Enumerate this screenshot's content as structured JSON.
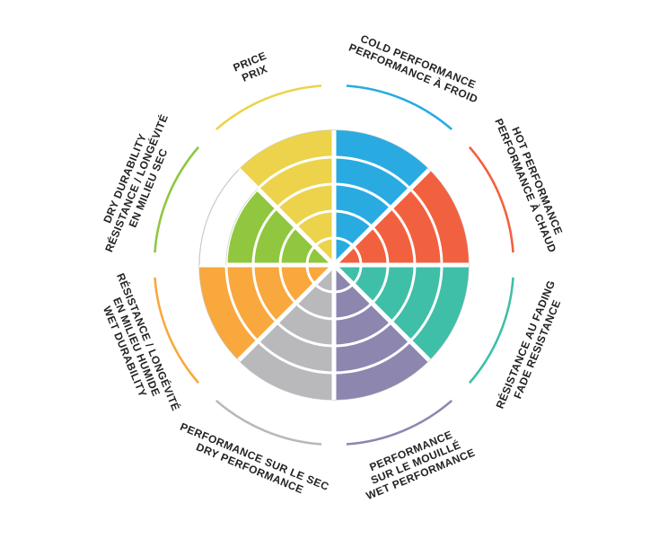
{
  "page": {
    "background": "#ffffff"
  },
  "chart_data": {
    "type": "polar-wheel",
    "title": "",
    "scale_max": 5,
    "ring_count": 5,
    "grid_on": true,
    "grid_color": "#c9c9cb",
    "divider_color": "#ffffff",
    "label_color": "#262224",
    "segments": [
      {
        "id": "cold-performance",
        "label_lines": [
          "COLD PERFORMANCE",
          "PERFORMANCE À FROID"
        ],
        "color": "#29abe2",
        "value": 5,
        "start_angle": 0,
        "end_angle": 45
      },
      {
        "id": "hot-performance",
        "label_lines": [
          "HOT PERFORMANCE",
          "PERFORMANCE À CHAUD"
        ],
        "color": "#f2613f",
        "value": 5,
        "start_angle": 45,
        "end_angle": 90
      },
      {
        "id": "fade-resistance",
        "label_lines": [
          "RÉSISTANCE AU FADING",
          "FADE RESISTANCE"
        ],
        "color": "#3fbfa8",
        "value": 5,
        "start_angle": 90,
        "end_angle": 135
      },
      {
        "id": "wet-performance",
        "label_lines": [
          "PERFORMANCE",
          "SUR LE MOUILLÉ",
          "WET PERFORMANCE"
        ],
        "color": "#8d86af",
        "value": 5,
        "start_angle": 135,
        "end_angle": 180
      },
      {
        "id": "dry-performance",
        "label_lines": [
          "PERFORMANCE SUR LE SEC",
          "DRY PERFORMANCE"
        ],
        "color": "#b9b9bc",
        "value": 5,
        "start_angle": 180,
        "end_angle": 225
      },
      {
        "id": "wet-durability",
        "label_lines": [
          "RÉSISTANCE / LONGÉVITÉ",
          "EN MILIEU HUMIDE",
          "WET DURABILITY"
        ],
        "color": "#f9a83d",
        "value": 5,
        "start_angle": 225,
        "end_angle": 270
      },
      {
        "id": "dry-durability",
        "label_lines": [
          "DRY DURABILITY",
          "RÉSISTANCE / LONGÉVITÉ",
          "EN MILIEU SEC"
        ],
        "color": "#90c73e",
        "value": 4,
        "start_angle": 270,
        "end_angle": 315
      },
      {
        "id": "price",
        "label_lines": [
          "PRICE",
          "PRIX"
        ],
        "color": "#edd34b",
        "value": 5,
        "start_angle": 315,
        "end_angle": 360
      }
    ]
  }
}
